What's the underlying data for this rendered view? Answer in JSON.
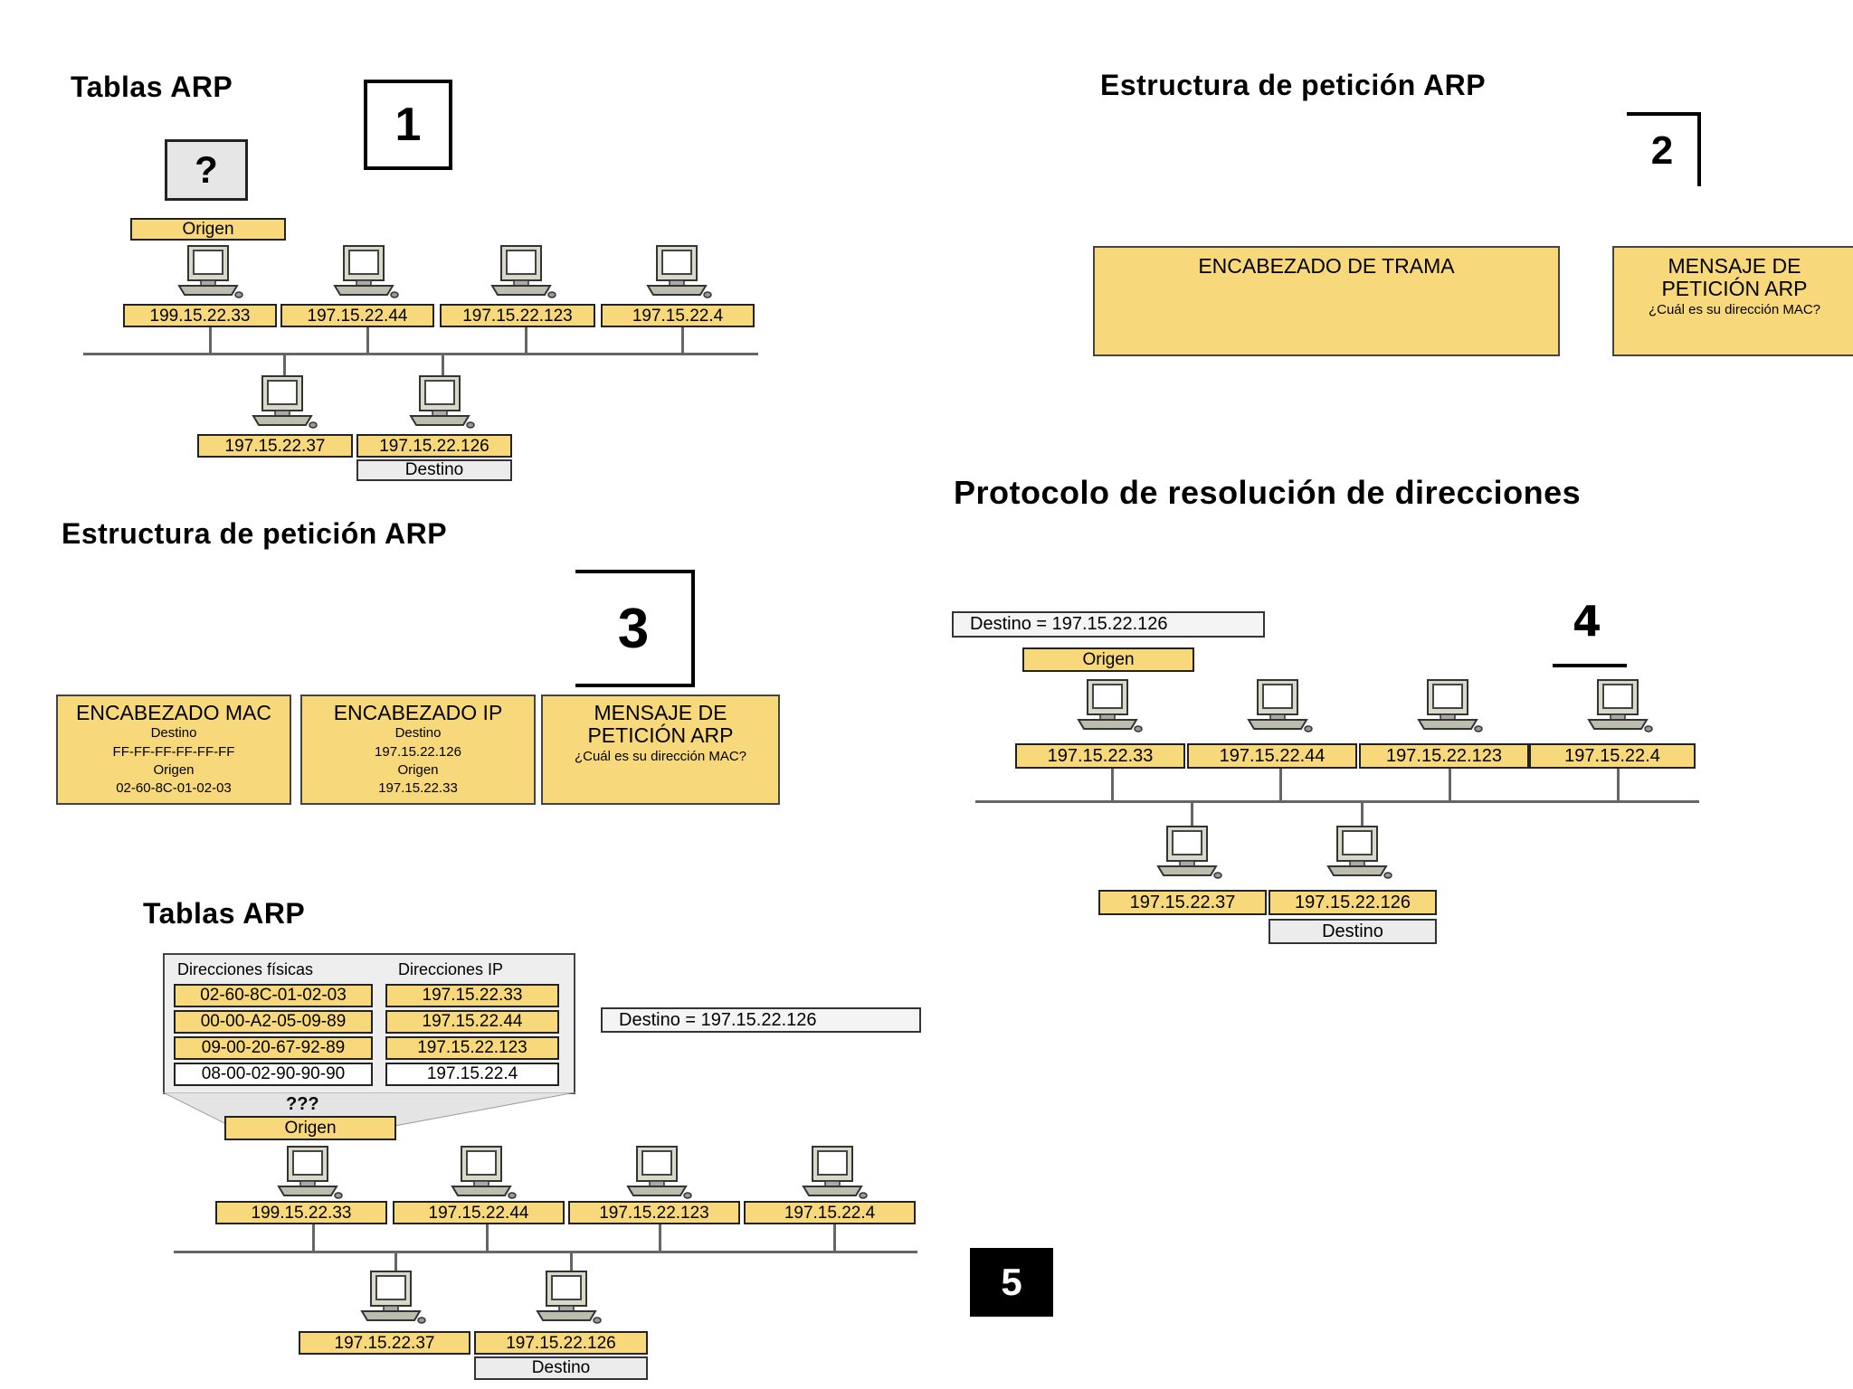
{
  "panel1": {
    "title": "Tablas ARP",
    "badge": "1",
    "unknown": "?",
    "origin_label": "Origen",
    "dest_label": "Destino",
    "top_ips": [
      "199.15.22.33",
      "197.15.22.44",
      "197.15.22.123",
      "197.15.22.4"
    ],
    "bottom_ips": [
      "197.15.22.37",
      "197.15.22.126"
    ]
  },
  "panel2": {
    "title": "Estructura de petición ARP",
    "badge": "2",
    "frame_header": "ENCABEZADO DE TRAMA",
    "msg_title_1": "MENSAJE DE",
    "msg_title_2": "PETICIÓN ARP",
    "msg_question": "¿Cuál es su dirección MAC?"
  },
  "panel3": {
    "title": "Estructura de petición ARP",
    "badge": "3",
    "mac": {
      "title": "ENCABEZADO MAC",
      "l1": "Destino",
      "l2": "FF-FF-FF-FF-FF-FF",
      "l3": "Origen",
      "l4": "02-60-8C-01-02-03"
    },
    "ip": {
      "title": "ENCABEZADO IP",
      "l1": "Destino",
      "l2": "197.15.22.126",
      "l3": "Origen",
      "l4": "197.15.22.33"
    },
    "msg": {
      "t1": "MENSAJE DE",
      "t2": "PETICIÓN ARP",
      "q": "¿Cuál es su dirección MAC?"
    }
  },
  "panel4": {
    "title": "Protocolo de resolución de direcciones",
    "badge": "4",
    "dest_equals": "Destino = 197.15.22.126",
    "origin_label": "Origen",
    "dest_label": "Destino",
    "top_ips": [
      "197.15.22.33",
      "197.15.22.44",
      "197.15.22.123",
      "197.15.22.4"
    ],
    "bottom_ips": [
      "197.15.22.37",
      "197.15.22.126"
    ]
  },
  "panel5": {
    "title": "Tablas ARP",
    "badge": "5",
    "col_physical": "Direcciones físicas",
    "col_ip": "Direcciones IP",
    "rows": [
      {
        "mac": "02-60-8C-01-02-03",
        "ip": "197.15.22.33"
      },
      {
        "mac": "00-00-A2-05-09-89",
        "ip": "197.15.22.44"
      },
      {
        "mac": "09-00-20-67-92-89",
        "ip": "197.15.22.123"
      },
      {
        "mac": "08-00-02-90-90-90",
        "ip": "197.15.22.4"
      }
    ],
    "unknown": "???",
    "origin_label": "Origen",
    "dest_label": "Destino",
    "dest_equals": "Destino = 197.15.22.126",
    "top_ips": [
      "199.15.22.33",
      "197.15.22.44",
      "197.15.22.123",
      "197.15.22.4"
    ],
    "bottom_ips": [
      "197.15.22.37",
      "197.15.22.126"
    ]
  }
}
